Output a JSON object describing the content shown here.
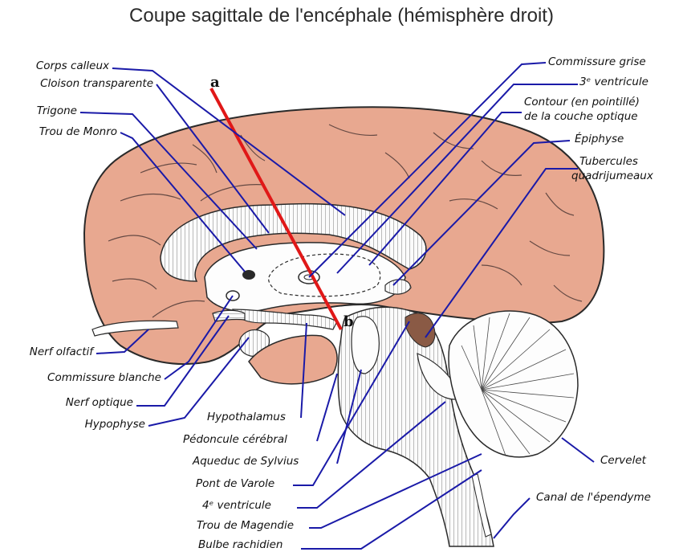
{
  "title": "Coupe sagittale de l'encéphale (hémisphère droit)",
  "markers": {
    "a": "a",
    "b": "b"
  },
  "labels_left": [
    "Corps calleux",
    "Cloison transparente",
    "Trigone",
    "Trou de Monro",
    "Nerf olfactif",
    "Commissure blanche",
    "Nerf optique",
    "Hypophyse"
  ],
  "labels_right": [
    "Commissure grise",
    "3ᵉ ventricule",
    "Contour (en pointillé)",
    "de la couche optique",
    "Épiphyse",
    "Tubercules",
    "quadrijumeaux",
    "Cervelet",
    "Canal de l'épendyme"
  ],
  "labels_bottom": [
    "Hypothalamus",
    "Pédoncule cérébral",
    "Aqueduc de Sylvius",
    "Pont de Varole",
    "4ᵉ ventricule",
    "Trou de Magendie",
    "Bulbe rachidien"
  ],
  "colors": {
    "cortex": "#e8a890",
    "outline": "#2a2a2a",
    "leader": "#1a1aa8",
    "cut_line": "#e01818"
  }
}
